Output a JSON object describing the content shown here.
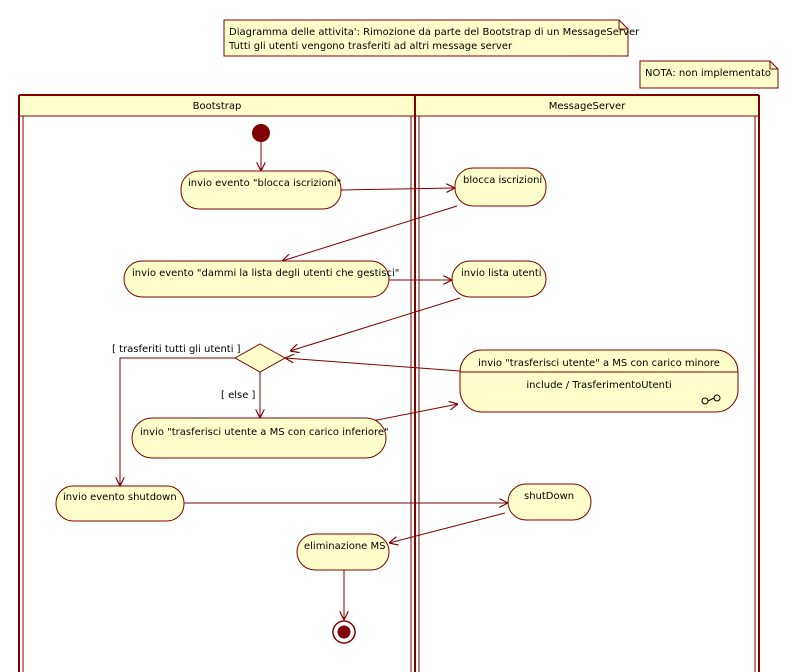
{
  "notes": {
    "title_line1": "Diagramma delle attivita': Rimozione da parte del Bootstrap di un MessageServer",
    "title_line2": "Tutti gli utenti vengono trasferiti ad altri message server",
    "nota": "NOTA: non implementato"
  },
  "swimlanes": {
    "left": "Bootstrap",
    "right": "MessageServer"
  },
  "actions": {
    "blocco_evento": "invio evento \"blocca iscrizioni\"",
    "blocca_iscrizioni": "blocca iscrizioni",
    "dammi_lista": "invio evento \"dammi la lista degli utenti che gestisci\"",
    "invio_lista": "invio lista utenti",
    "trasferisci_ms_top": "invio \"trasferisci utente\" a MS con carico minore",
    "trasferisci_ms_include": "include / TrasferimentoUtenti",
    "trasferisci_bootstrap": "invio \"trasferisci utente a MS con carico inferiore\"",
    "shutdown_evento": "invio evento shutdown",
    "shutdown": "shutDown",
    "eliminazione": "eliminazione MS"
  },
  "guards": {
    "all_transferred": "[ trasferiti tutti gli utenti ]",
    "else": "[ else ]"
  },
  "colors": {
    "fill": "#ffffcc",
    "stroke": "#800000",
    "node": "#800000"
  }
}
